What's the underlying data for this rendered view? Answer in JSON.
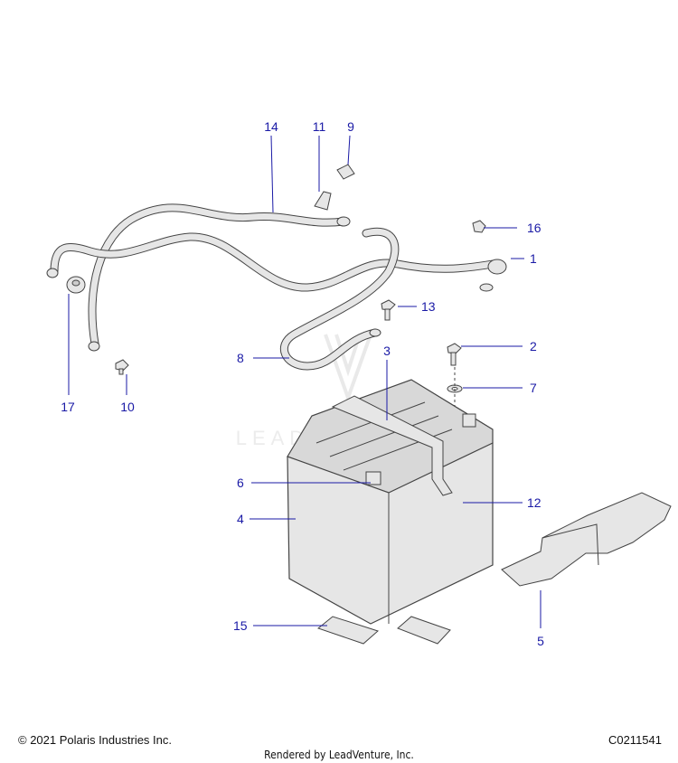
{
  "callouts": [
    {
      "id": "1",
      "label": "1"
    },
    {
      "id": "2",
      "label": "2"
    },
    {
      "id": "3",
      "label": "3"
    },
    {
      "id": "4",
      "label": "4"
    },
    {
      "id": "5",
      "label": "5"
    },
    {
      "id": "6",
      "label": "6"
    },
    {
      "id": "7",
      "label": "7"
    },
    {
      "id": "8",
      "label": "8"
    },
    {
      "id": "9",
      "label": "9"
    },
    {
      "id": "10",
      "label": "10"
    },
    {
      "id": "11",
      "label": "11"
    },
    {
      "id": "12",
      "label": "12"
    },
    {
      "id": "13",
      "label": "13"
    },
    {
      "id": "14",
      "label": "14"
    },
    {
      "id": "15",
      "label": "15"
    },
    {
      "id": "16",
      "label": "16"
    },
    {
      "id": "17",
      "label": "17"
    }
  ],
  "watermark": {
    "text": "LEADVENTURE"
  },
  "footer": {
    "copyright": "© 2021 Polaris Industries Inc.",
    "drawing_id": "C0211541",
    "rendered_by": "Rendered by LeadVenture, Inc."
  },
  "colors": {
    "callout": "#1a1aa6",
    "part_fill": "#e6e6e6",
    "part_stroke": "#444444"
  }
}
